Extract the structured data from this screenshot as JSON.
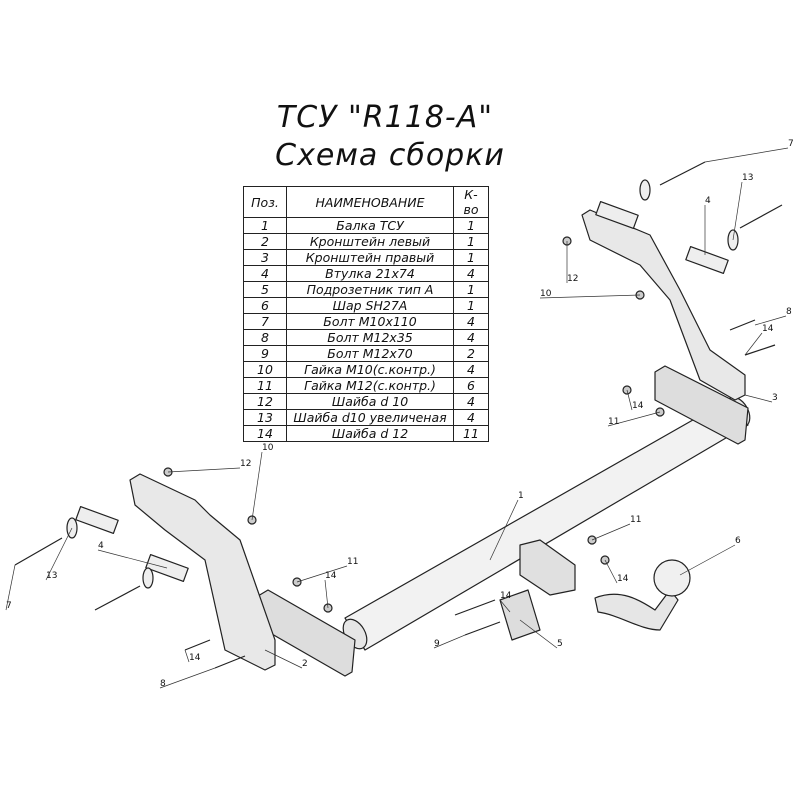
{
  "title": "ТСУ \"R118-A\"",
  "subtitle": "Схема сборки",
  "table": {
    "headers": [
      "Поз.",
      "НАИМЕНОВАНИЕ",
      "К-во"
    ],
    "rows": [
      [
        "1",
        "Балка ТСУ",
        "1"
      ],
      [
        "2",
        "Кронштейн левый",
        "1"
      ],
      [
        "3",
        "Кронштейн правый",
        "1"
      ],
      [
        "4",
        "Втулка 21x74",
        "4"
      ],
      [
        "5",
        "Подрозетник тип А",
        "1"
      ],
      [
        "6",
        "Шар SH27A",
        "1"
      ],
      [
        "7",
        "Болт М10x110",
        "4"
      ],
      [
        "8",
        "Болт М12x35",
        "4"
      ],
      [
        "9",
        "Болт М12x70",
        "2"
      ],
      [
        "10",
        "Гайка М10(с.контр.)",
        "4"
      ],
      [
        "11",
        "Гайка М12(с.контр.)",
        "6"
      ],
      [
        "12",
        "Шайба d 10",
        "4"
      ],
      [
        "13",
        "Шайба d10 увеличеная",
        "4"
      ],
      [
        "14",
        "Шайба d 12",
        "11"
      ]
    ]
  },
  "callouts": [
    "7",
    "13",
    "4",
    "12",
    "10",
    "8",
    "14",
    "3",
    "14",
    "11",
    "1",
    "10",
    "12",
    "11",
    "6",
    "4",
    "13",
    "11",
    "14",
    "14",
    "14",
    "7",
    "9",
    "5",
    "14",
    "2",
    "8"
  ]
}
